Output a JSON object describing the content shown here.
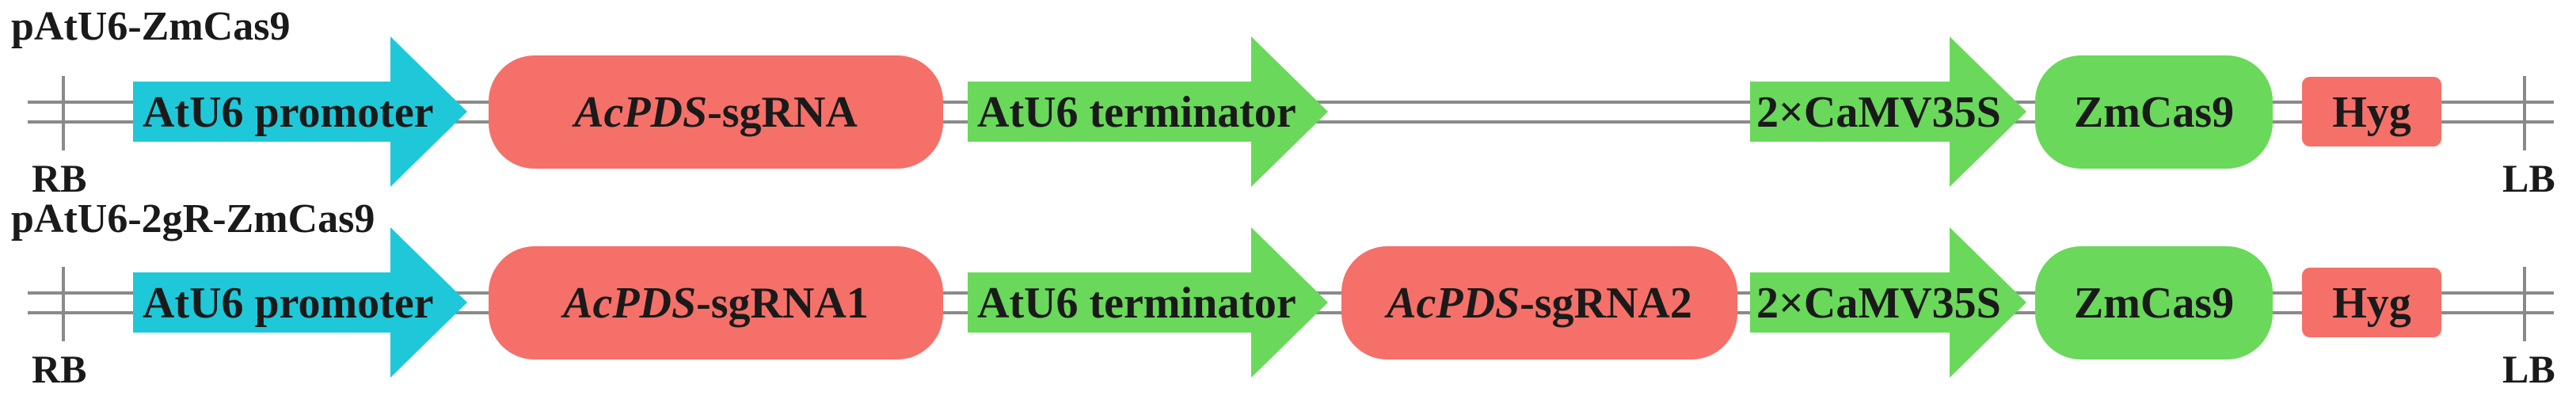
{
  "constructs": [
    {
      "name": "pAtU6-ZmCas9",
      "promoter": "AtU6 promoter",
      "sgrna1": {
        "italic": "AcPDS",
        "suffix": "-sgRNA"
      },
      "terminator": "AtU6 terminator",
      "camv": "2×CaMV35S",
      "cas9": "ZmCas9",
      "hyg": "Hyg",
      "rb": "RB",
      "lb": "LB"
    },
    {
      "name": "pAtU6-2gR-ZmCas9",
      "promoter": "AtU6 promoter",
      "sgrna1": {
        "italic": "AcPDS",
        "suffix": "-sgRNA1"
      },
      "terminator": "AtU6 terminator",
      "sgrna2": {
        "italic": "AcPDS",
        "suffix": "-sgRNA2"
      },
      "camv": "2×CaMV35S",
      "cas9": "ZmCas9",
      "hyg": "Hyg",
      "rb": "RB",
      "lb": "LB"
    }
  ],
  "colors": {
    "promoter": "#1fc8d8",
    "sgrna": "#f57069",
    "terminator": "#6ad85a",
    "camv": "#6ad85a",
    "cas9": "#6ad85a",
    "hyg": "#f57069",
    "line": "#8a8a8a"
  }
}
